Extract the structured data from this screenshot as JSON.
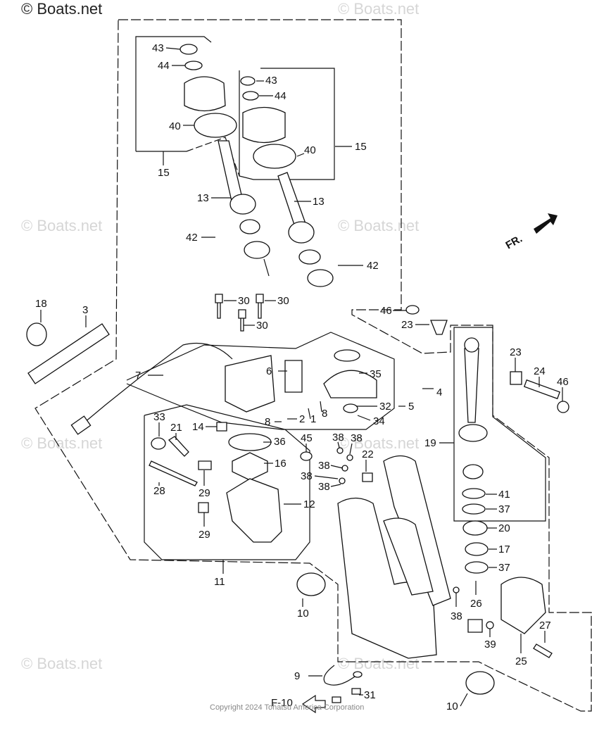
{
  "watermarks": {
    "main": "© Boats.net",
    "repeat": "© Boats.net"
  },
  "copyright": "Copyright 2024 Tohatsu America Corporation",
  "front_marker": "FR.",
  "ref_marker": "F-10",
  "callouts": [
    "43",
    "44",
    "43",
    "44",
    "40",
    "40",
    "15",
    "15",
    "13",
    "13",
    "42",
    "42",
    "30",
    "30",
    "30",
    "18",
    "3",
    "7",
    "6",
    "35",
    "4",
    "5",
    "32",
    "34",
    "8",
    "2",
    "1",
    "8",
    "46",
    "23",
    "23",
    "24",
    "46",
    "33",
    "21",
    "14",
    "36",
    "45",
    "38",
    "38",
    "16",
    "38",
    "22",
    "38",
    "38",
    "28",
    "29",
    "29",
    "12",
    "11",
    "10",
    "9",
    "31",
    "10",
    "19",
    "41",
    "37",
    "20",
    "17",
    "37",
    "26",
    "38",
    "27",
    "39",
    "25"
  ]
}
